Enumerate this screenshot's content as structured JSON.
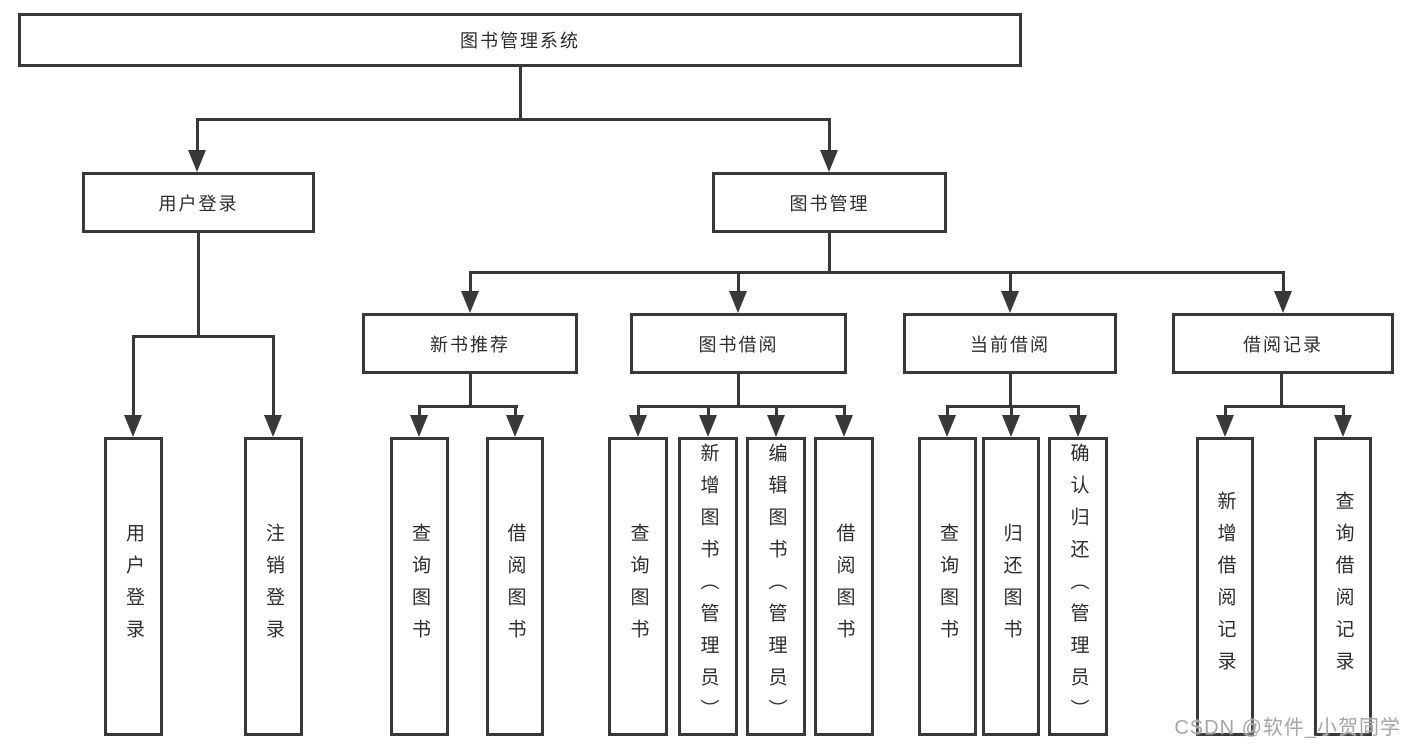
{
  "colors": {
    "line": "#383838",
    "box_border": "#383838",
    "box_background": "#ffffff",
    "page_background": "#ffffff",
    "text": "#2d2d2d",
    "watermark": "#a6a6a6"
  },
  "tree": {
    "root": {
      "label": "图书管理系统",
      "children": [
        {
          "label": "用户登录",
          "children": [
            {
              "label": "用户登录"
            },
            {
              "label": "注销登录"
            }
          ]
        },
        {
          "label": "图书管理",
          "children": [
            {
              "label": "新书推荐",
              "children": [
                {
                  "label": "查询图书"
                },
                {
                  "label": "借阅图书"
                }
              ]
            },
            {
              "label": "图书借阅",
              "children": [
                {
                  "label": "查询图书"
                },
                {
                  "label": "新增图书（管理员）"
                },
                {
                  "label": "编辑图书（管理员）"
                },
                {
                  "label": "借阅图书"
                }
              ]
            },
            {
              "label": "当前借阅",
              "children": [
                {
                  "label": "查询图书"
                },
                {
                  "label": "归还图书"
                },
                {
                  "label": "确认归还（管理员）"
                }
              ]
            },
            {
              "label": "借阅记录",
              "children": [
                {
                  "label": "新增借阅记录"
                },
                {
                  "label": "查询借阅记录"
                }
              ]
            }
          ]
        }
      ]
    }
  },
  "watermark": {
    "text": "CSDN @软件_小贺同学"
  }
}
